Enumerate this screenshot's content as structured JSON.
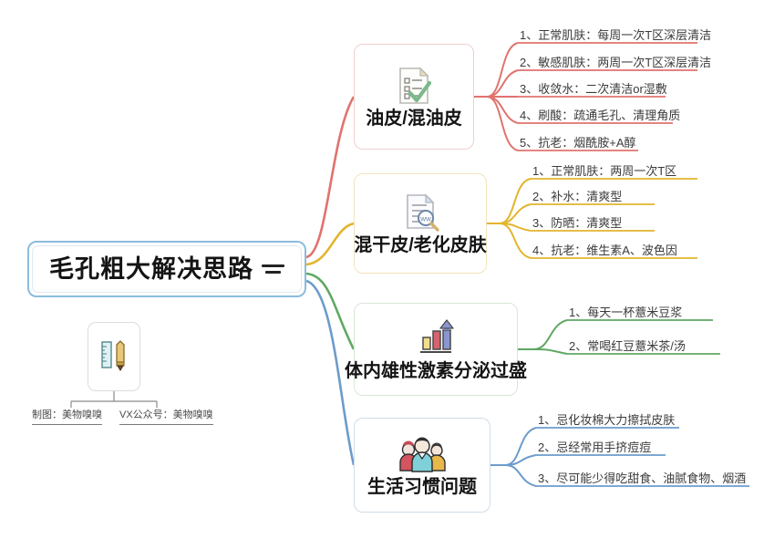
{
  "center": {
    "title": "毛孔粗大解决思路",
    "menu_icon": "hamburger-menu-icon"
  },
  "colors": {
    "branch1": "#e0736e",
    "branch2": "#e3b52c",
    "branch3": "#5fa862",
    "branch4": "#6c9ccb",
    "center_border": "#8cbcdd",
    "credit": "#7a7a7a"
  },
  "branches": [
    {
      "label": "油皮/混油皮",
      "icon": "checklist-document-icon",
      "color": "#e0736e",
      "items": [
        "1、正常肌肤：每周一次T区深层清洁",
        "2、敏感肌肤：两周一次T区深层清洁",
        "3、收敛水：二次清洁or湿敷",
        "4、刷酸：疏通毛孔、清理角质",
        "5、抗老：烟酰胺+A醇"
      ]
    },
    {
      "label": "混干皮/老化皮肤",
      "icon": "document-search-icon",
      "color": "#e3b52c",
      "items": [
        "1、正常肌肤：两周一次T区",
        "2、补水：清爽型",
        "3、防晒：清爽型",
        "4、抗老：维生素A、波色因"
      ]
    },
    {
      "label": "体内雄性激素分泌过盛",
      "icon": "bar-chart-growth-icon",
      "color": "#5fa862",
      "items": [
        "1、每天一杯薏米豆浆",
        "2、常喝红豆薏米茶/汤"
      ]
    },
    {
      "label": "生活习惯问题",
      "icon": "people-group-icon",
      "color": "#6c9ccb",
      "items": [
        "1、忌化妆棉大力擦拭皮肤",
        "2、忌经常用手挤痘痘",
        "3、尽可能少得吃甜食、油腻食物、烟酒"
      ]
    }
  ],
  "credit": {
    "icon": "ruler-pencil-icon",
    "items": [
      "制图：美物嗅嗅",
      "VX公众号：美物嗅嗅"
    ]
  }
}
